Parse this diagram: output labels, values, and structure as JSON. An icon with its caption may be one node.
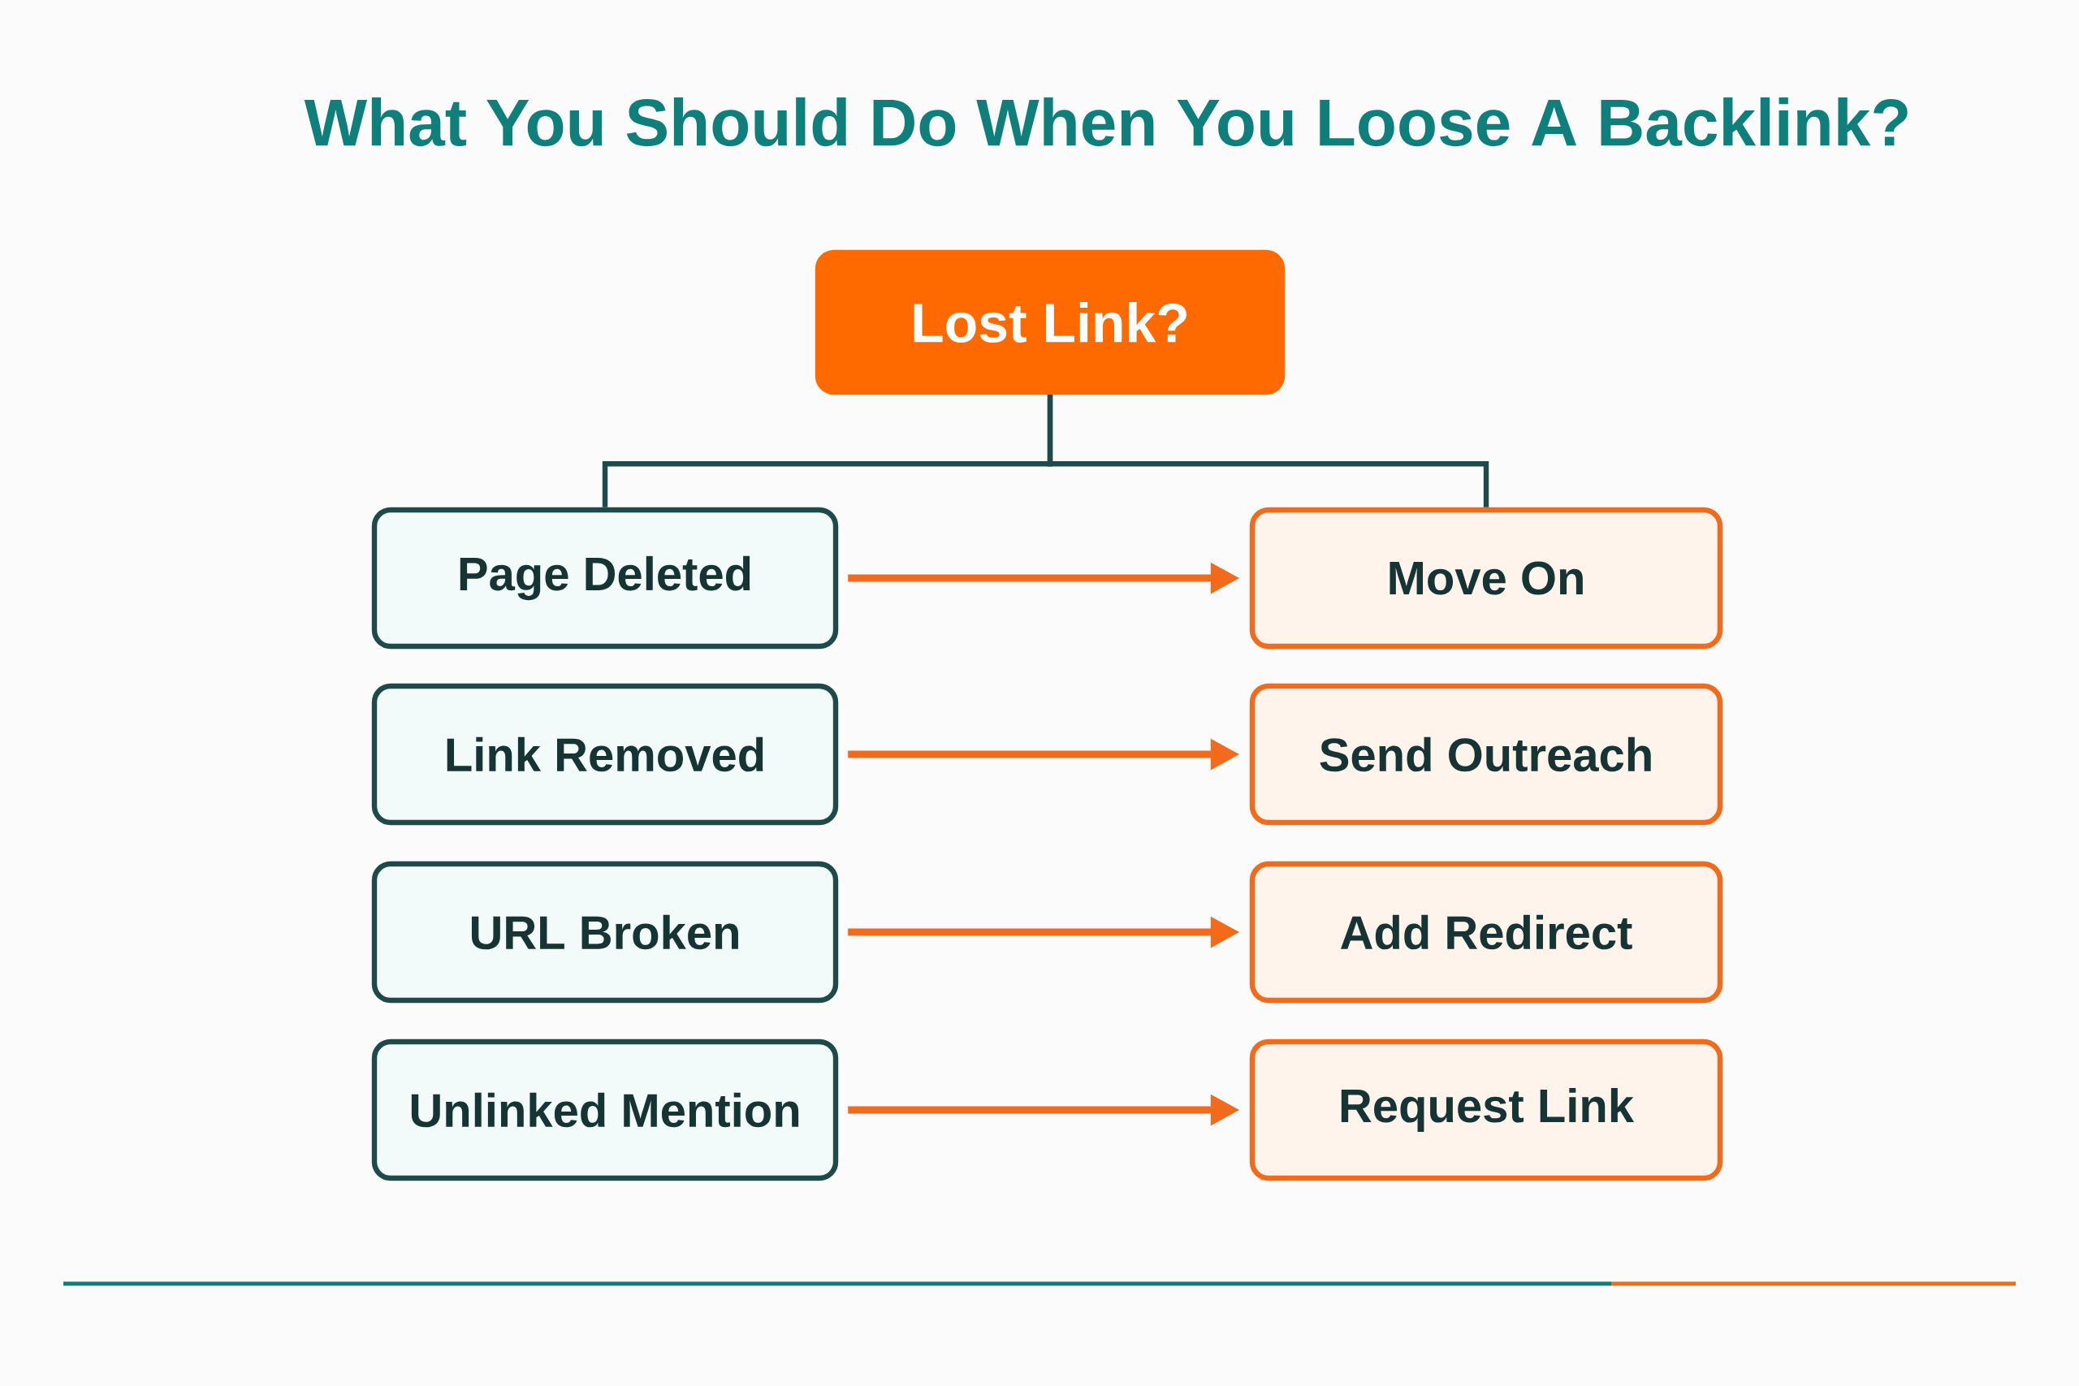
{
  "diagram": {
    "title": "What You Should Do When You Loose A Backlink?",
    "nodes": [
      {
        "text": [
          "Lost Link?"
        ]
      },
      {
        "text": [
          "Page Deleted"
        ]
      },
      {
        "text": [
          "Move On"
        ]
      },
      {
        "text": [
          "Link Removed"
        ]
      },
      {
        "text": [
          "Send Outreach"
        ]
      },
      {
        "text": [
          "URL Broken"
        ]
      },
      {
        "text": [
          "Add Redirect"
        ]
      },
      {
        "text": [
          "Unlinked Mention"
        ]
      },
      {
        "text": [
          "Request Link"
        ]
      }
    ],
    "edges": [
      {
        "from": 0,
        "to": 1,
        "arrow": "none",
        "color": "#1f4a4a"
      },
      {
        "from": 0,
        "to": 2,
        "arrow": "none",
        "color": "#1f4a4a"
      },
      {
        "from": 1,
        "to": 2,
        "arrow": "to"
      },
      {
        "from": 3,
        "to": 4,
        "arrow": "to"
      },
      {
        "from": 5,
        "to": 6,
        "arrow": "to"
      },
      {
        "from": 7,
        "to": 8,
        "arrow": "to"
      }
    ]
  }
}
